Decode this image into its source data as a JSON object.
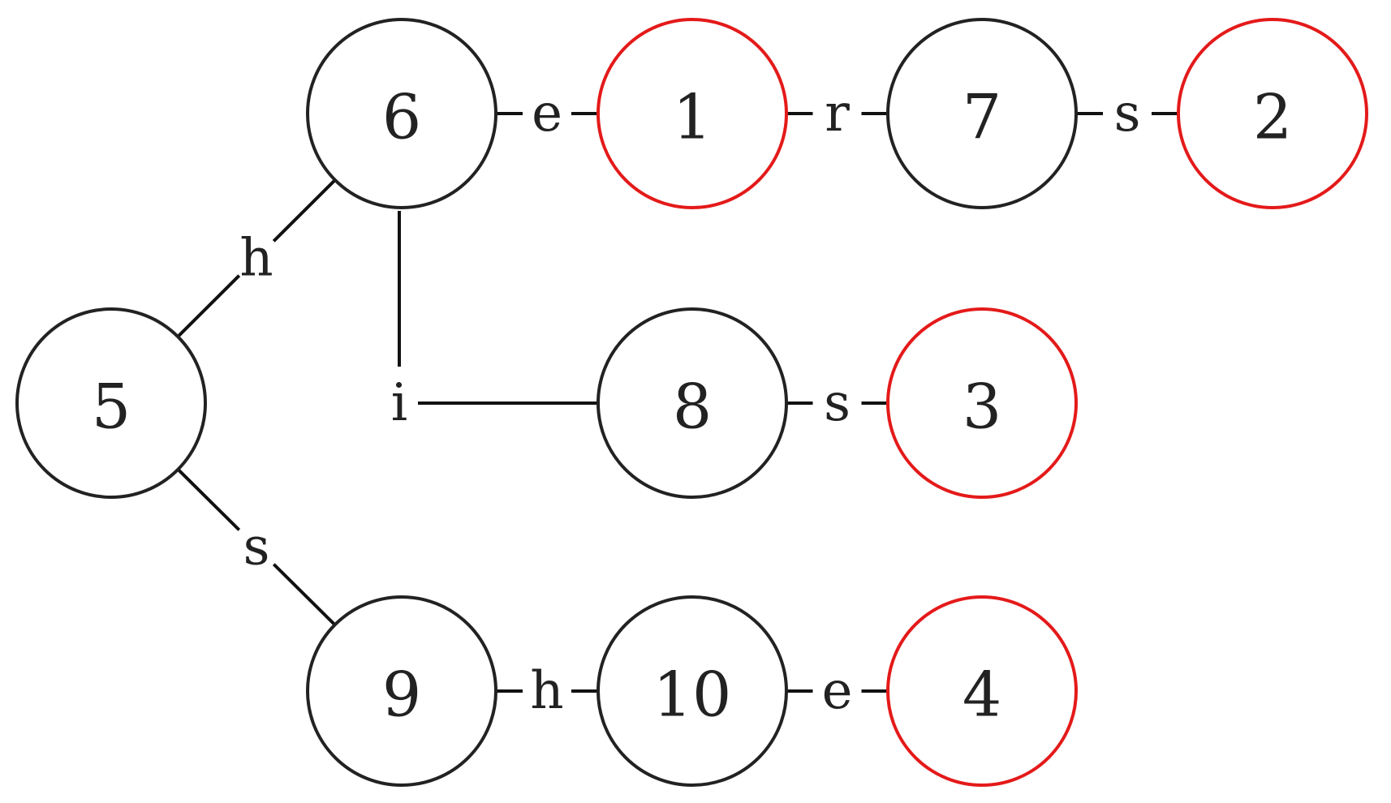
{
  "diagram": {
    "colors": {
      "normal_node": "#222222",
      "terminal_node": "#e41a1a",
      "edge": "#111111"
    },
    "nodes": [
      {
        "id": "5",
        "label": "5",
        "terminal": false
      },
      {
        "id": "6",
        "label": "6",
        "terminal": false
      },
      {
        "id": "1",
        "label": "1",
        "terminal": true
      },
      {
        "id": "7",
        "label": "7",
        "terminal": false
      },
      {
        "id": "2",
        "label": "2",
        "terminal": true
      },
      {
        "id": "8",
        "label": "8",
        "terminal": false
      },
      {
        "id": "3",
        "label": "3",
        "terminal": true
      },
      {
        "id": "9",
        "label": "9",
        "terminal": false
      },
      {
        "id": "10",
        "label": "10",
        "terminal": false
      },
      {
        "id": "4",
        "label": "4",
        "terminal": true
      }
    ],
    "edges": [
      {
        "from": "5",
        "to": "6",
        "label": "h"
      },
      {
        "from": "5",
        "to": "9",
        "label": "s"
      },
      {
        "from": "6",
        "to": "1",
        "label": "e"
      },
      {
        "from": "6",
        "to": "8",
        "label": "i"
      },
      {
        "from": "1",
        "to": "7",
        "label": "r"
      },
      {
        "from": "7",
        "to": "2",
        "label": "s"
      },
      {
        "from": "8",
        "to": "3",
        "label": "s"
      },
      {
        "from": "9",
        "to": "10",
        "label": "h"
      },
      {
        "from": "10",
        "to": "4",
        "label": "e"
      }
    ]
  }
}
